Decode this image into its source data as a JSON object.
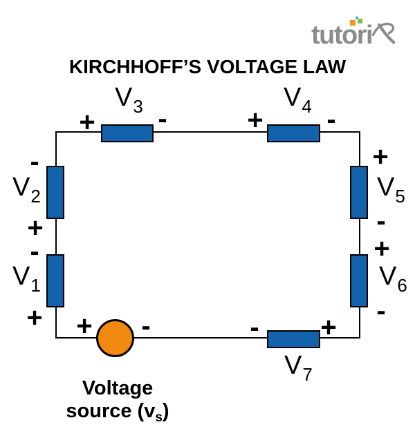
{
  "title": "KIRCHHOFF’S VOLTAGE LAW",
  "logo": {
    "word": "tutori",
    "x": "x"
  },
  "signs": {
    "plus": "+",
    "minus": "-"
  },
  "resistors": {
    "v1": {
      "letter": "V",
      "sub": "1"
    },
    "v2": {
      "letter": "V",
      "sub": "2"
    },
    "v3": {
      "letter": "V",
      "sub": "3"
    },
    "v4": {
      "letter": "V",
      "sub": "4"
    },
    "v5": {
      "letter": "V",
      "sub": "5"
    },
    "v6": {
      "letter": "V",
      "sub": "6"
    },
    "v7": {
      "letter": "V",
      "sub": "7"
    }
  },
  "source_caption": {
    "line1": "Voltage",
    "line2_before": "source (v",
    "line2_sub": "s",
    "line2_after": ")"
  },
  "colors": {
    "resistor_blue": "#1263AB",
    "source_orange": "#F1890E",
    "wire_black": "#000000",
    "logo_gray": "#8B8B8B",
    "logo_square_orange": "#F7941E",
    "logo_square_blue": "#4AA8E0",
    "logo_square_green": "#7DC242"
  }
}
